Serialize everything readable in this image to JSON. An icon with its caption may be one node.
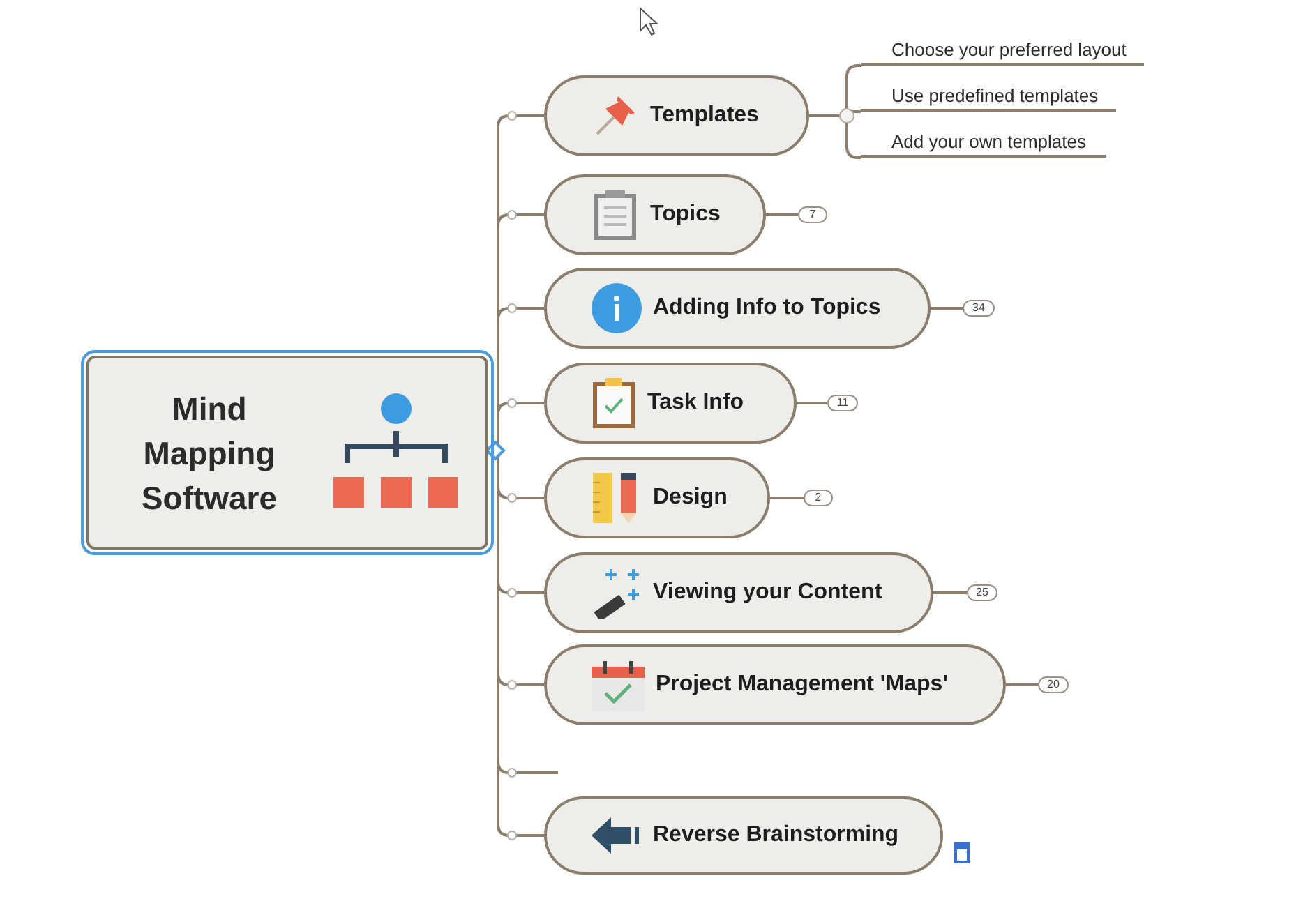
{
  "diagram": {
    "nodes": [
      {
        "text": [
          "Mind Mapping Software"
        ]
      },
      {
        "text": [
          "Templates"
        ]
      },
      {
        "text": [
          "Topics"
        ]
      },
      {
        "text": [
          "Adding Info to Topics"
        ]
      },
      {
        "text": [
          "Task Info"
        ]
      },
      {
        "text": [
          "Design"
        ]
      },
      {
        "text": [
          "Viewing your Content"
        ]
      },
      {
        "text": [
          "Project Management 'Maps'"
        ]
      },
      {
        "text": [
          "Reverse Brainstorming"
        ]
      },
      {
        "text": [
          "Choose your preferred layout"
        ]
      },
      {
        "text": [
          "Use predefined templates"
        ]
      },
      {
        "text": [
          "Add your own templates"
        ]
      },
      {
        "text": [
          "7"
        ]
      },
      {
        "text": [
          "34"
        ]
      },
      {
        "text": [
          "11"
        ]
      },
      {
        "text": [
          "2"
        ]
      },
      {
        "text": [
          "25"
        ]
      },
      {
        "text": [
          "20"
        ]
      }
    ],
    "edges": [
      {
        "from": 0,
        "to": 1,
        "arrow": "none"
      },
      {
        "from": 0,
        "to": 2,
        "arrow": "none"
      },
      {
        "from": 0,
        "to": 3,
        "arrow": "none"
      },
      {
        "from": 0,
        "to": 4,
        "arrow": "none"
      },
      {
        "from": 0,
        "to": 5,
        "arrow": "none"
      },
      {
        "from": 0,
        "to": 6,
        "arrow": "none"
      },
      {
        "from": 0,
        "to": 7,
        "arrow": "none"
      },
      {
        "from": 0,
        "to": null,
        "arrow": "none"
      },
      {
        "from": 0,
        "to": 8,
        "arrow": "none"
      },
      {
        "from": 1,
        "to": 9,
        "arrow": "none"
      },
      {
        "from": 1,
        "to": 10,
        "arrow": "none"
      },
      {
        "from": 1,
        "to": 11,
        "arrow": "none"
      },
      {
        "from": 2,
        "to": 12,
        "arrow": "none"
      },
      {
        "from": 3,
        "to": 13,
        "arrow": "none"
      },
      {
        "from": 4,
        "to": 14,
        "arrow": "none"
      },
      {
        "from": 5,
        "to": 15,
        "arrow": "none"
      },
      {
        "from": 6,
        "to": 16,
        "arrow": "none"
      },
      {
        "from": 7,
        "to": 17,
        "arrow": "none"
      }
    ]
  }
}
